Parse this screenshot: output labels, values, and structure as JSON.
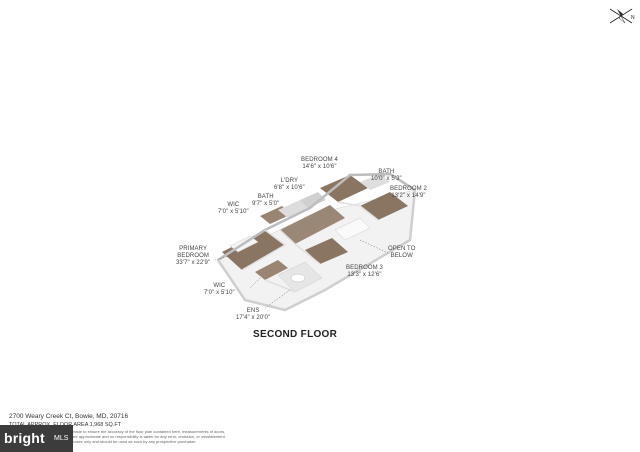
{
  "rooms": [
    {
      "name": "BEDROOM 4",
      "dims": "14'6\" x 10'6\""
    },
    {
      "name": "BATH",
      "dims": "10'0\" x 5'3\""
    },
    {
      "name": "BEDROOM 2",
      "dims": "13'2\" x 14'9\""
    },
    {
      "name": "L'DRY",
      "dims": "6'8\" x 10'6\""
    },
    {
      "name": "BATH",
      "dims": "9'7\" x 5'0\""
    },
    {
      "name": "WIC",
      "dims": "7'0\" x 5'10\""
    },
    {
      "name": "PRIMARY BEDROOM",
      "name2": "",
      "dims": "33'7\" x 22'9\""
    },
    {
      "name": "OPEN TO",
      "name2": "BELOW",
      "dims": ""
    },
    {
      "name": "BEDROOM 3",
      "dims": "13'3\" x 12'6\""
    },
    {
      "name": "WIC",
      "dims": "7'0\" x 5'10\""
    },
    {
      "name": "ENS",
      "dims": "17'4\" x 20'0\""
    }
  ],
  "primary_line1": "PRIMARY",
  "primary_line2": "BEDROOM",
  "floor_title": "SECOND FLOOR",
  "address": "2700 Weary Creek Ct, Bowie, MD, 20716",
  "total_area": "TOTAL APPROX. FLOOR AREA 1,968 SQ.FT",
  "disclaimer": [
    "made to ensure the accuracy of the floor plan contained here, measurements of doors,",
    "are approximate and no responsibility is taken for any error, omission, or misstatement.",
    "poses only and should be used as such by any prospective purchaser."
  ],
  "logo_text": "bright",
  "logo_sub": "MLS",
  "compass_label": "N",
  "colors": {
    "floor_wood": "#8a7462",
    "wall": "#e9e9e9",
    "wall_shadow": "#c8c8c8",
    "logo_bg": "#3c3c3c"
  }
}
